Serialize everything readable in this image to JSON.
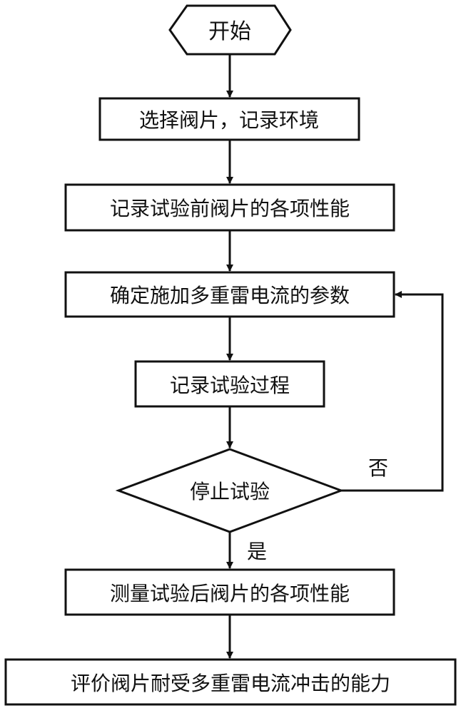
{
  "flowchart": {
    "start": {
      "label": "开始"
    },
    "steps": [
      {
        "label": "选择阀片，记录环境"
      },
      {
        "label": "记录试验前阀片的各项性能"
      },
      {
        "label": "确定施加多重雷电流的参数"
      },
      {
        "label": "记录试验过程"
      }
    ],
    "decision": {
      "label": "停止试验",
      "yes_label": "是",
      "no_label": "否"
    },
    "after_steps": [
      {
        "label": "测量试验后阀片的各项性能"
      },
      {
        "label": "评价阀片耐受多重雷电流冲击的能力"
      }
    ]
  },
  "colors": {
    "stroke": "#111111",
    "fill": "#ffffff"
  }
}
